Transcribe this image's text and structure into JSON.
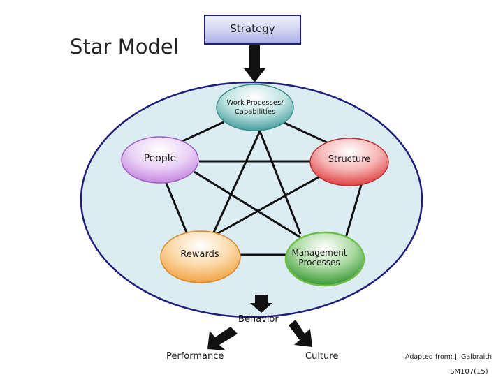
{
  "title": "Star Model",
  "strategy": "Strategy",
  "nodes": {
    "work_processes": "Work Processes/ Capabilities",
    "people": "People",
    "structure": "Structure",
    "rewards": "Rewards",
    "management_processes": "Management Processes"
  },
  "behavior": "Behavior",
  "outcomes": {
    "performance": "Performance",
    "culture": "Culture"
  },
  "footer": {
    "attribution": "Adapted from: J. Galbraith",
    "code": "SM107(15)"
  },
  "colors": {
    "ellipse_fill": "#dbecf2",
    "ellipse_border": "#1f1f7a",
    "work_processes": "#4fa3a3",
    "people": "#c78be0",
    "structure": "#e04848",
    "rewards": "#f2a64a",
    "management_processes": "#3f9a3a",
    "arrow": "#111111"
  },
  "icons": {
    "strategy_arrow": "arrow-down-icon",
    "behavior_arrow": "arrow-down-icon",
    "performance_arrow": "arrow-down-left-icon",
    "culture_arrow": "arrow-down-right-icon"
  }
}
